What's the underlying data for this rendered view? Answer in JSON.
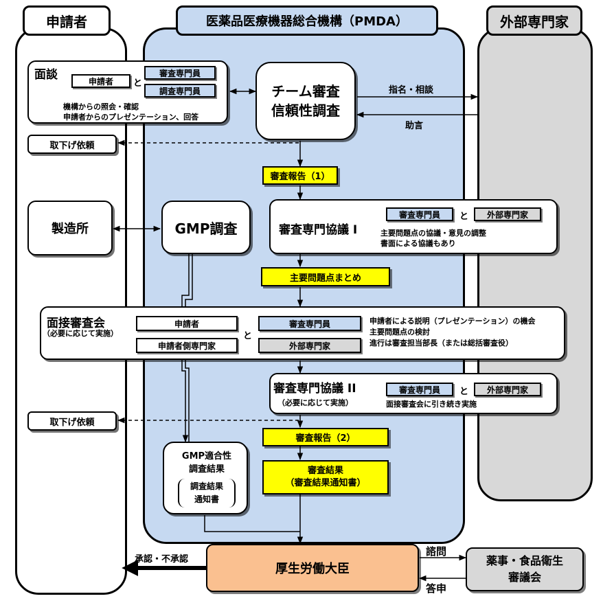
{
  "columns": {
    "applicant": "申請者",
    "pmda": "医薬品医療機器総合機構（PMDA）",
    "experts": "外部専門家"
  },
  "interview": {
    "title": "面談",
    "applicant_tag": "申請者",
    "and": "と",
    "reviewer_tag": "審査専門員",
    "investigator_tag": "調査専門員",
    "line1": "機構からの照会・確認",
    "line2": "申請者からのプレゼンテーション、回答"
  },
  "team_review": {
    "line1": "チーム審査",
    "line2": "信頼性調査"
  },
  "consult_label": "指名・相談",
  "advice_label": "助言",
  "withdraw1": "取下げ依頼",
  "report1": "審査報告（1）",
  "plant": "製造所",
  "gmp": "GMP調査",
  "expert_meeting1": {
    "title": "審査専門協議 I",
    "reviewer_tag": "審査専門員",
    "and": "と",
    "expert_tag": "外部専門家",
    "line1": "主要問題点の協議・意見の調整",
    "line2": "書面による協議もあり"
  },
  "issues_summary": "主要問題点まとめ",
  "hearing": {
    "title": "面接審査会",
    "note": "（必要に応じて実施）",
    "applicant_tag": "申請者",
    "applicant_expert_tag": "申請者側専門家",
    "and": "と",
    "reviewer_tag": "審査専門員",
    "expert_tag": "外部専門家",
    "line1": "申請者による説明（プレゼンテーション）の機会",
    "line2": "主要問題点の検討",
    "line3": "進行は審査担当部長（または総括審査役）"
  },
  "expert_meeting2": {
    "title": "審査専門協議 II",
    "note": "（必要に応じて実施）",
    "reviewer_tag": "審査専門員",
    "and": "と",
    "expert_tag": "外部専門家",
    "line1": "面接審査会に引き続き実施"
  },
  "withdraw2": "取下げ依頼",
  "report2": "審査報告（2）",
  "result": {
    "line1": "審査結果",
    "line2": "（審査結果通知書）"
  },
  "gmp_result": {
    "line1": "GMP適合性",
    "line2": "調査結果",
    "notice1": "調査結果",
    "notice2": "通知書"
  },
  "minister": "厚生労働大臣",
  "approval_label": "承認・不承認",
  "inquiry_label": "諮問",
  "reply_label": "答申",
  "council": {
    "line1": "薬事・食品衛生",
    "line2": "審議会"
  },
  "colors": {
    "pmda_fill": "#c6d9f1",
    "experts_fill": "#d8d8d8",
    "highlight": "#ffff00",
    "minister_fill": "#fac090",
    "council_fill": "#d8d8d8"
  }
}
